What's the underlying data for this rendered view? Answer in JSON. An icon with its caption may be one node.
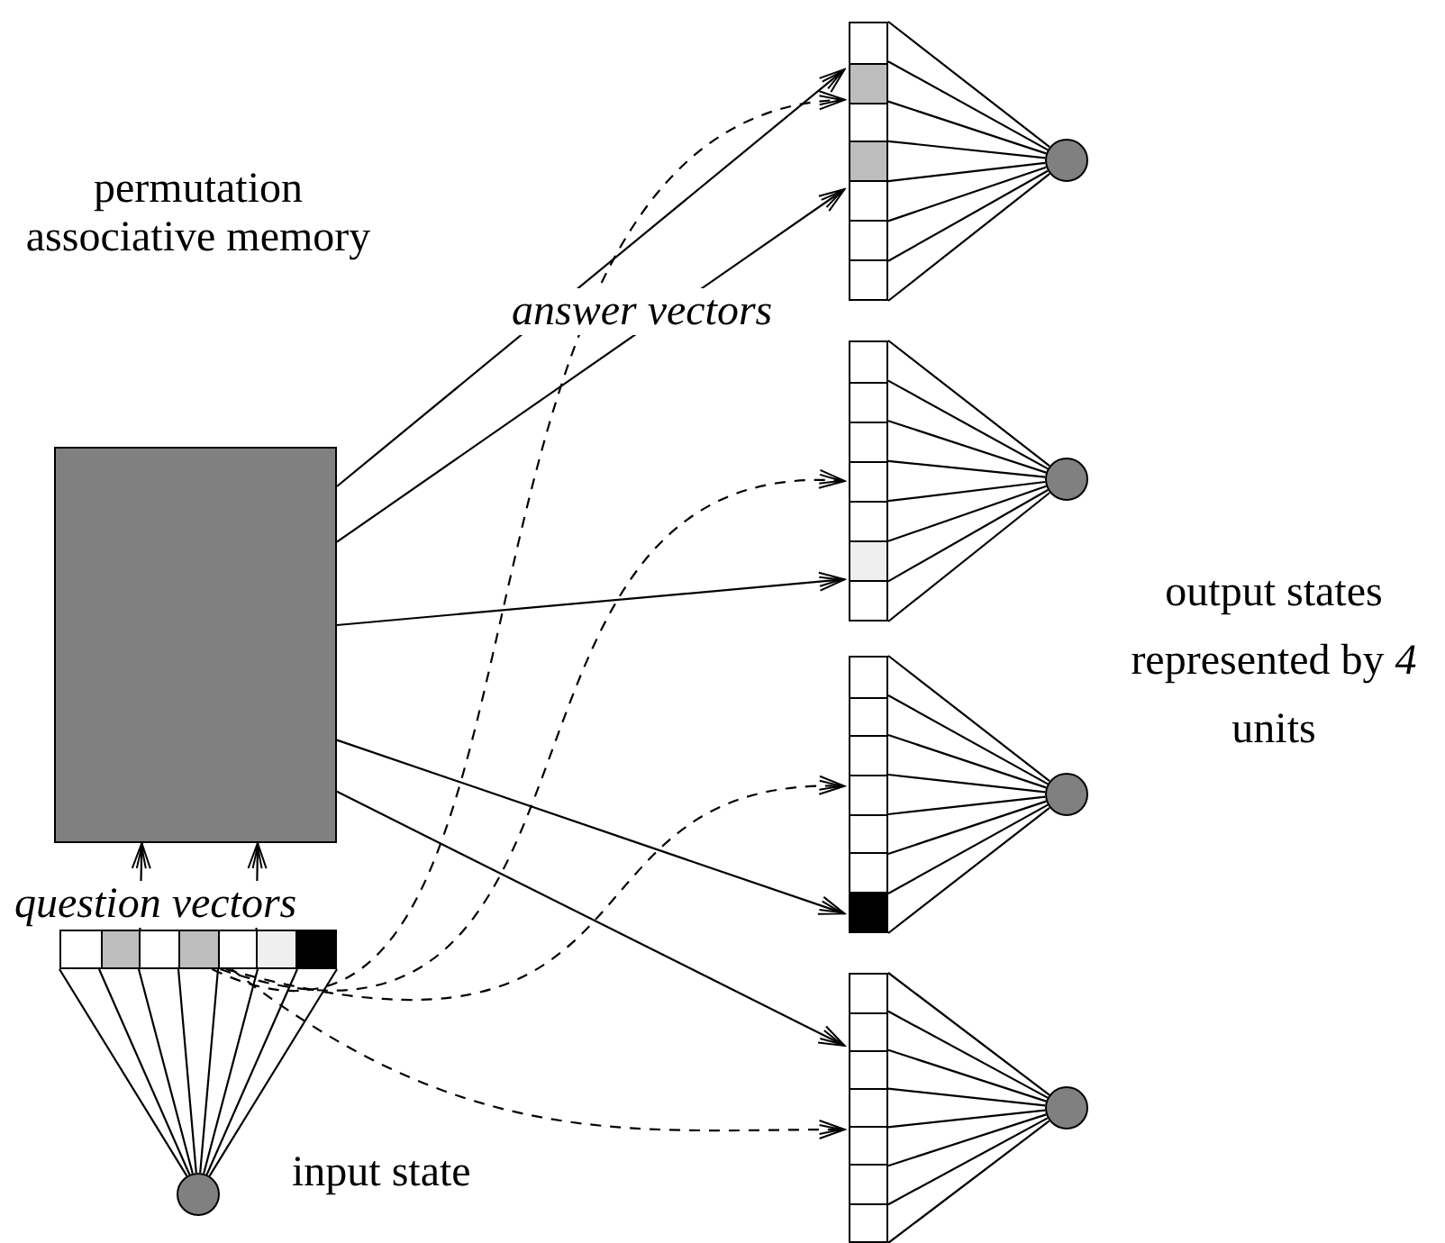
{
  "diagram": {
    "nodes": [
      {
        "text": [
          "permutation associative memory"
        ]
      },
      {
        "text": [],
        "shape": "bar"
      },
      {
        "text": [],
        "shape": "circle"
      },
      {
        "text": [],
        "shape": "bar"
      },
      {
        "text": [],
        "shape": "bar"
      },
      {
        "text": [],
        "shape": "bar"
      },
      {
        "text": [],
        "shape": "bar"
      },
      {
        "text": [],
        "shape": "circle"
      },
      {
        "text": [],
        "shape": "circle"
      },
      {
        "text": [],
        "shape": "circle"
      },
      {
        "text": [],
        "shape": "circle"
      }
    ],
    "edges": [
      {
        "from": 1,
        "to": 0,
        "arrow": "to"
      },
      {
        "from": 1,
        "to": 0,
        "arrow": "to"
      },
      {
        "from": 0,
        "to": 3,
        "arrow": "to"
      },
      {
        "from": 0,
        "to": 3,
        "arrow": "to"
      },
      {
        "from": 0,
        "to": 4,
        "arrow": "to"
      },
      {
        "from": 0,
        "to": 5,
        "arrow": "to"
      },
      {
        "from": 0,
        "to": 6,
        "arrow": "to"
      },
      {
        "from": 1,
        "to": 3,
        "arrow": "to",
        "style": "dashed"
      },
      {
        "from": 1,
        "to": 4,
        "arrow": "to",
        "style": "dashed"
      },
      {
        "from": 1,
        "to": 5,
        "arrow": "to",
        "style": "dashed"
      },
      {
        "from": 1,
        "to": 6,
        "arrow": "to",
        "style": "dashed"
      },
      {
        "from": 1,
        "to": 2,
        "arrow": "none"
      },
      {
        "from": 3,
        "to": 7,
        "arrow": "none"
      },
      {
        "from": 4,
        "to": 8,
        "arrow": "none"
      },
      {
        "from": 5,
        "to": 9,
        "arrow": "none"
      },
      {
        "from": 6,
        "to": 10,
        "arrow": "none"
      }
    ],
    "labels": [
      "answer vectors",
      "question vectors",
      "input state",
      "output states represented by *4* units"
    ]
  }
}
